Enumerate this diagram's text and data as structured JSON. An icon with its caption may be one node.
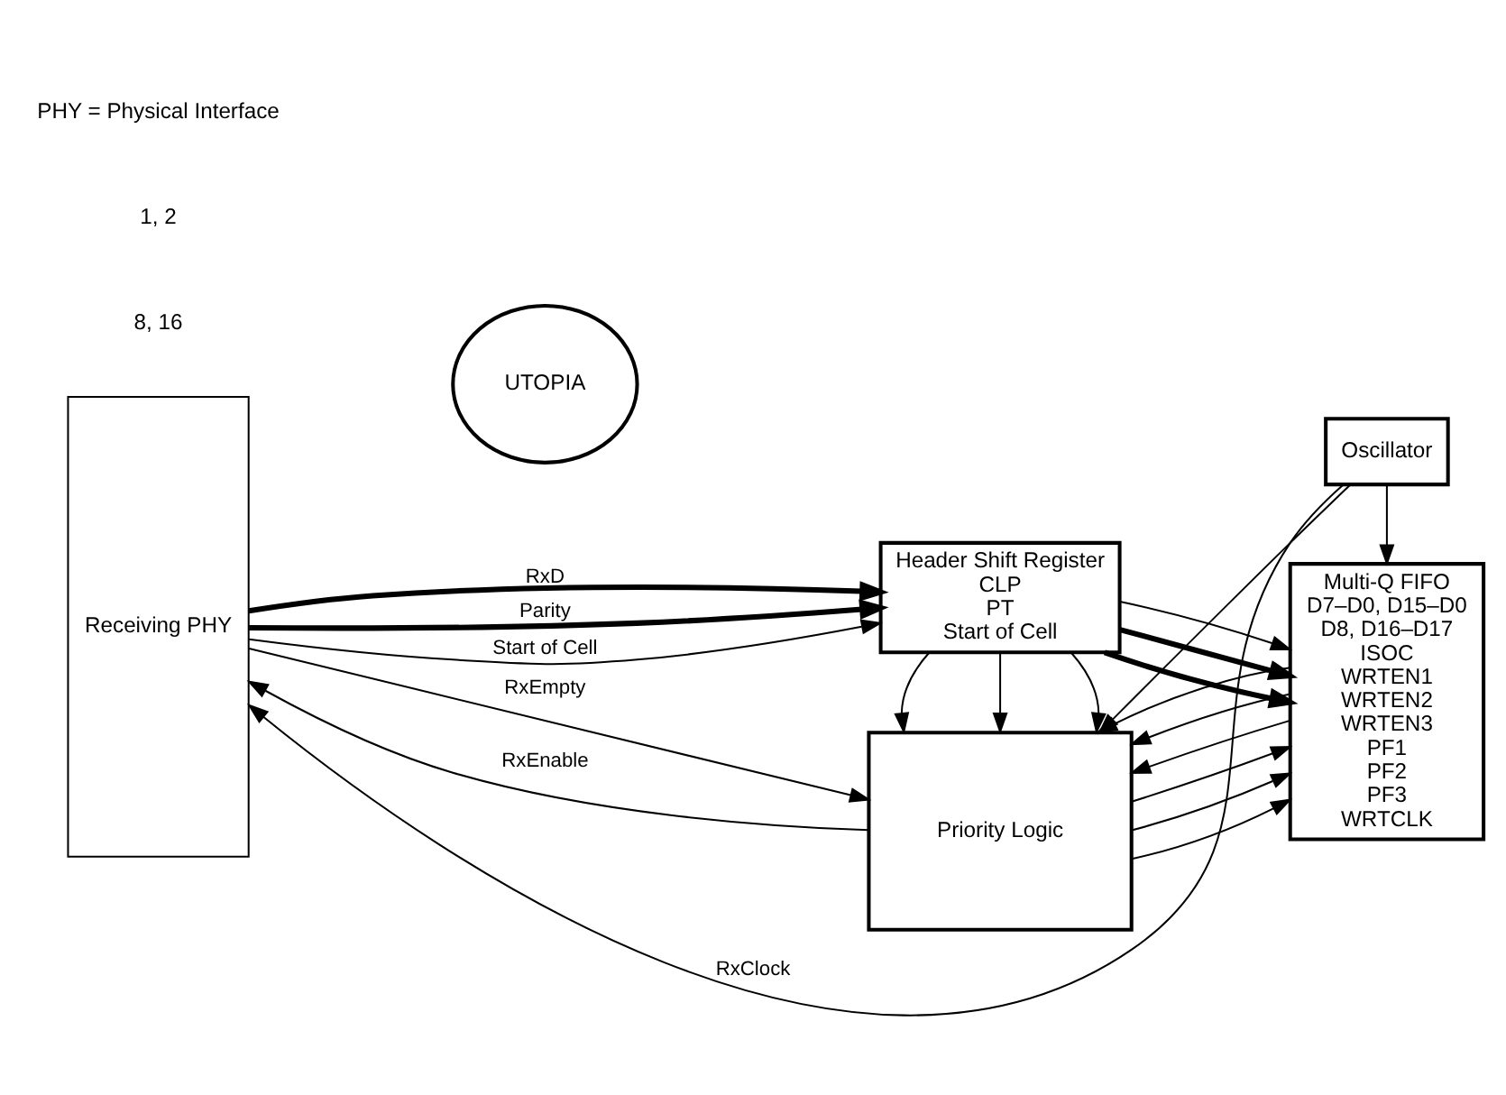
{
  "diagram": {
    "nodes": [
      {
        "text": [
          "Receiving PHY"
        ]
      },
      {
        "text": [
          "UTOPIA"
        ]
      },
      {
        "text": [
          "Header Shift Register",
          "CLP",
          "PT",
          "Start of Cell"
        ]
      },
      {
        "text": [
          "Priority Logic"
        ]
      },
      {
        "text": [
          "Multi-Q FIFO",
          "D7–D0, D15–D0",
          "D8, D16–D17",
          "ISOC",
          "WRTEN1",
          "WRTEN2",
          "WRTEN3",
          "PF1",
          "PF2",
          "PF3",
          "WRTCLK"
        ]
      },
      {
        "text": [
          "Oscillator"
        ]
      }
    ],
    "edges": [
      {
        "from": 0,
        "to": 2,
        "arrow": "to",
        "label": "RxD",
        "style": "thick"
      },
      {
        "from": 0,
        "to": 2,
        "arrow": "to",
        "label": "Parity",
        "style": "thick"
      },
      {
        "from": 0,
        "to": 2,
        "arrow": "to",
        "label": "Start of Cell"
      },
      {
        "from": 0,
        "to": 3,
        "arrow": "to",
        "label": "RxEmpty"
      },
      {
        "from": 3,
        "to": 0,
        "arrow": "to",
        "label": "RxEnable"
      },
      {
        "from": 5,
        "to": 0,
        "arrow": "to",
        "label": "RxClock"
      },
      {
        "from": 2,
        "to": 4,
        "arrow": "to",
        "style": "thick"
      },
      {
        "from": 2,
        "to": 4,
        "arrow": "to",
        "style": "thick"
      },
      {
        "from": 2,
        "to": 4,
        "arrow": "to"
      },
      {
        "from": 2,
        "to": 3,
        "arrow": "to"
      },
      {
        "from": 2,
        "to": 3,
        "arrow": "to"
      },
      {
        "from": 2,
        "to": 3,
        "arrow": "to"
      },
      {
        "from": 3,
        "to": 4,
        "arrow": "to"
      },
      {
        "from": 3,
        "to": 4,
        "arrow": "to"
      },
      {
        "from": 3,
        "to": 4,
        "arrow": "to"
      },
      {
        "from": 4,
        "to": 3,
        "arrow": "to"
      },
      {
        "from": 4,
        "to": 3,
        "arrow": "to"
      },
      {
        "from": 4,
        "to": 3,
        "arrow": "to"
      },
      {
        "from": 5,
        "to": 3,
        "arrow": "to"
      },
      {
        "from": 5,
        "to": 4,
        "arrow": "to"
      }
    ],
    "labels": [
      "8, 16",
      "1, 2",
      "PHY = Physical Interface"
    ]
  }
}
